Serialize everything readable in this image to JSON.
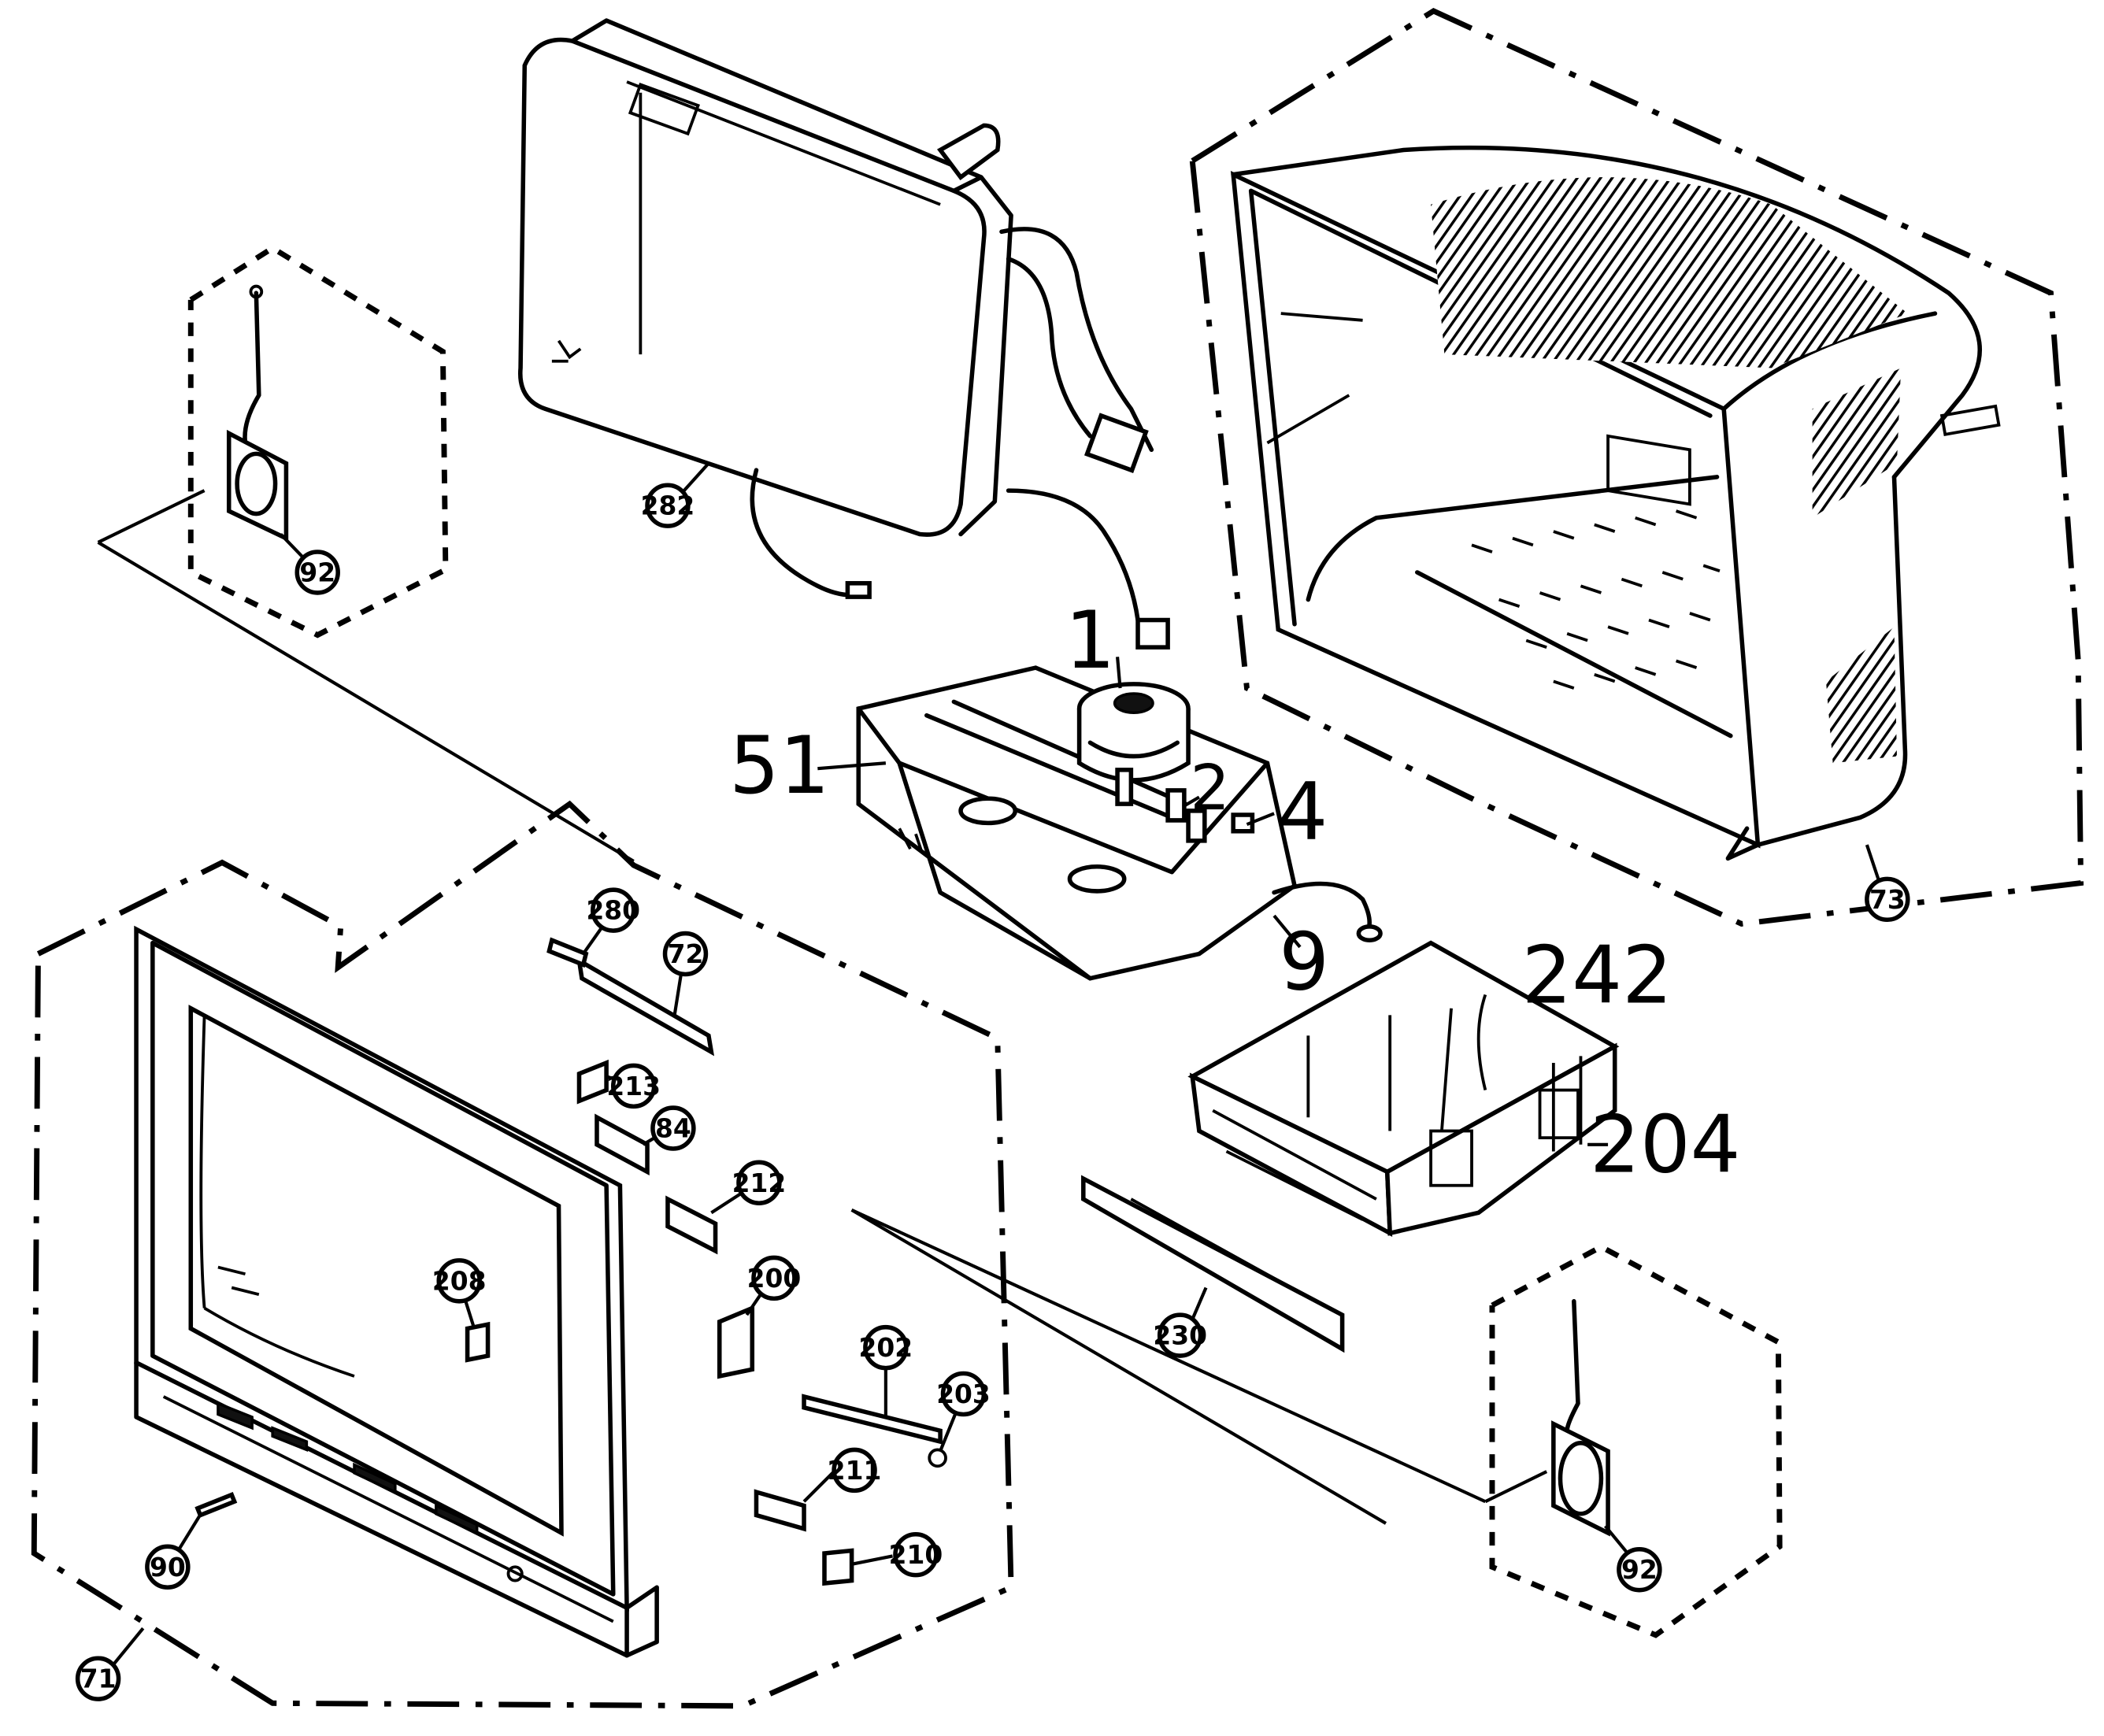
{
  "callouts": {
    "c1": "1",
    "c2": "2",
    "c4": "4",
    "c9": "9",
    "c51": "51",
    "c71": "71",
    "c72": "72",
    "c73": "73",
    "c84": "84",
    "c90": "90",
    "c92_left": "92",
    "c92_right": "92",
    "c200": "200",
    "c202": "202",
    "c203": "203",
    "c204": "204",
    "c208": "208",
    "c210": "210",
    "c211": "211",
    "c212": "212",
    "c213": "213",
    "c230": "230",
    "c242": "242",
    "c280": "280",
    "c282": "282"
  }
}
